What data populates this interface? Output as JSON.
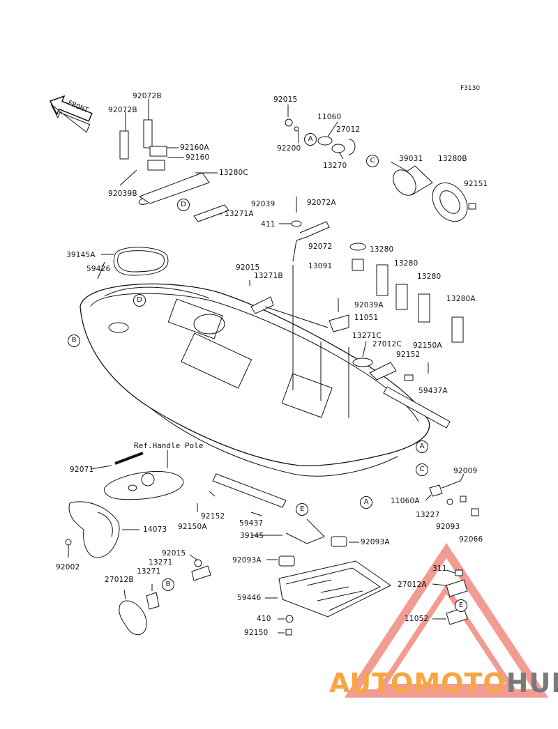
{
  "diagram_code": "F3130",
  "front_label": "FRONT",
  "ref_note": "Ref.Handle Pole",
  "callouts": {
    "A": "A",
    "B": "B",
    "C": "C",
    "D": "D",
    "E": "E"
  },
  "parts": {
    "p92072B_1": "92072B",
    "p92072B_2": "92072B",
    "p92160A": "92160A",
    "p92160": "92160",
    "p13280C": "13280C",
    "p92039B": "92039B",
    "p13271A": "13271A",
    "p92015_1": "92015",
    "p11060": "11060",
    "p27012": "27012",
    "p92200": "92200",
    "p13270": "13270",
    "p39031": "39031",
    "p13280B": "13280B",
    "p92151": "92151",
    "p92039": "92039",
    "p92072A": "92072A",
    "p411": "411",
    "p92072": "92072",
    "p13280_1": "13280",
    "p13280_2": "13280",
    "p13280_3": "13280",
    "p13091": "13091",
    "p39145A": "39145A",
    "p59426": "59426",
    "p92015_2": "92015",
    "p13271B": "13271B",
    "p92039A": "92039A",
    "p11051": "11051",
    "p13280A": "13280A",
    "p13271C": "13271C",
    "p27012C": "27012C",
    "p92150A_1": "92150A",
    "p92152_1": "92152",
    "p59437A": "59437A",
    "p92071": "92071",
    "p92009": "92009",
    "p11060A": "11060A",
    "p13227": "13227",
    "p92093": "92093",
    "p92066": "92066",
    "p92152_2": "92152",
    "p92150A_2": "92150A",
    "p59437": "59437",
    "p14073": "14073",
    "p39145": "39145",
    "p92093A_1": "92093A",
    "p92093A_2": "92093A",
    "p92002": "92002",
    "p92015_3": "92015",
    "p13271_1": "13271",
    "p13271_2": "13271",
    "p27012B": "27012B",
    "p59446": "59446",
    "p410": "410",
    "p92150": "92150",
    "p311": "311",
    "p27012A": "27012A",
    "p11052": "11052"
  },
  "watermark": {
    "part1": "AUTOMOTO",
    "part2": "HUB",
    "color1": "#f6a642",
    "color2": "#7a7a7a",
    "triangle_color": "#e84a3a"
  }
}
